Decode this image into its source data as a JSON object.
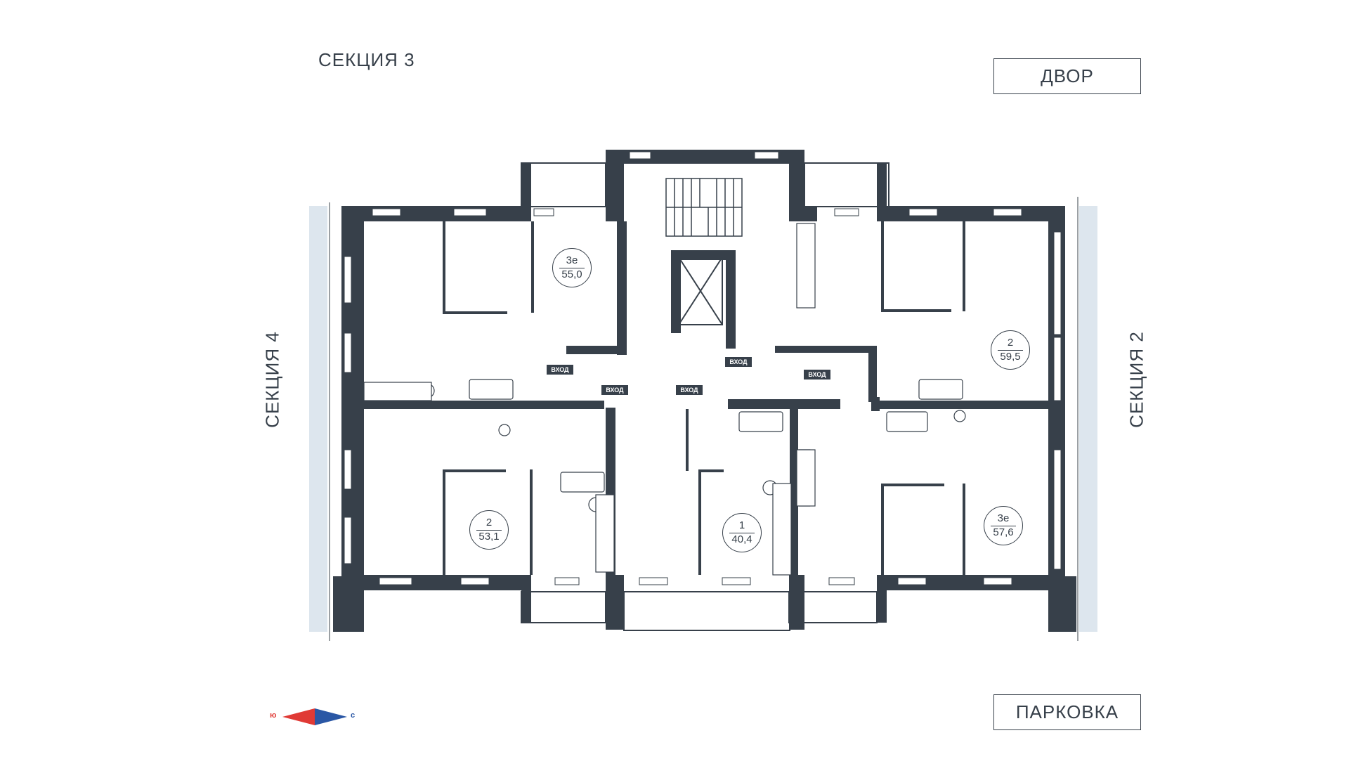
{
  "labels": {
    "section3": "СЕКЦИЯ 3",
    "section4": "СЕКЦИЯ 4",
    "section2": "СЕКЦИЯ 2",
    "yard": "ДВОР",
    "parking": "ПАРКОВКА"
  },
  "entrances": [
    {
      "text": "ВХОД"
    },
    {
      "text": "ВХОД"
    },
    {
      "text": "ВХОД"
    },
    {
      "text": "ВХОД"
    },
    {
      "text": "ВХОД"
    }
  ],
  "apartments": [
    {
      "rooms": "3е",
      "area": "55,0"
    },
    {
      "rooms": "2",
      "area": "59,5"
    },
    {
      "rooms": "2",
      "area": "53,1"
    },
    {
      "rooms": "1",
      "area": "40,4"
    },
    {
      "rooms": "3е",
      "area": "57,6"
    }
  ],
  "compass": {
    "south": "ю",
    "north": "с"
  },
  "colors": {
    "wall": "#37404a",
    "glazing": "#dde6ee",
    "south_arrow": "#e03a35",
    "north_arrow": "#2a57a5"
  }
}
